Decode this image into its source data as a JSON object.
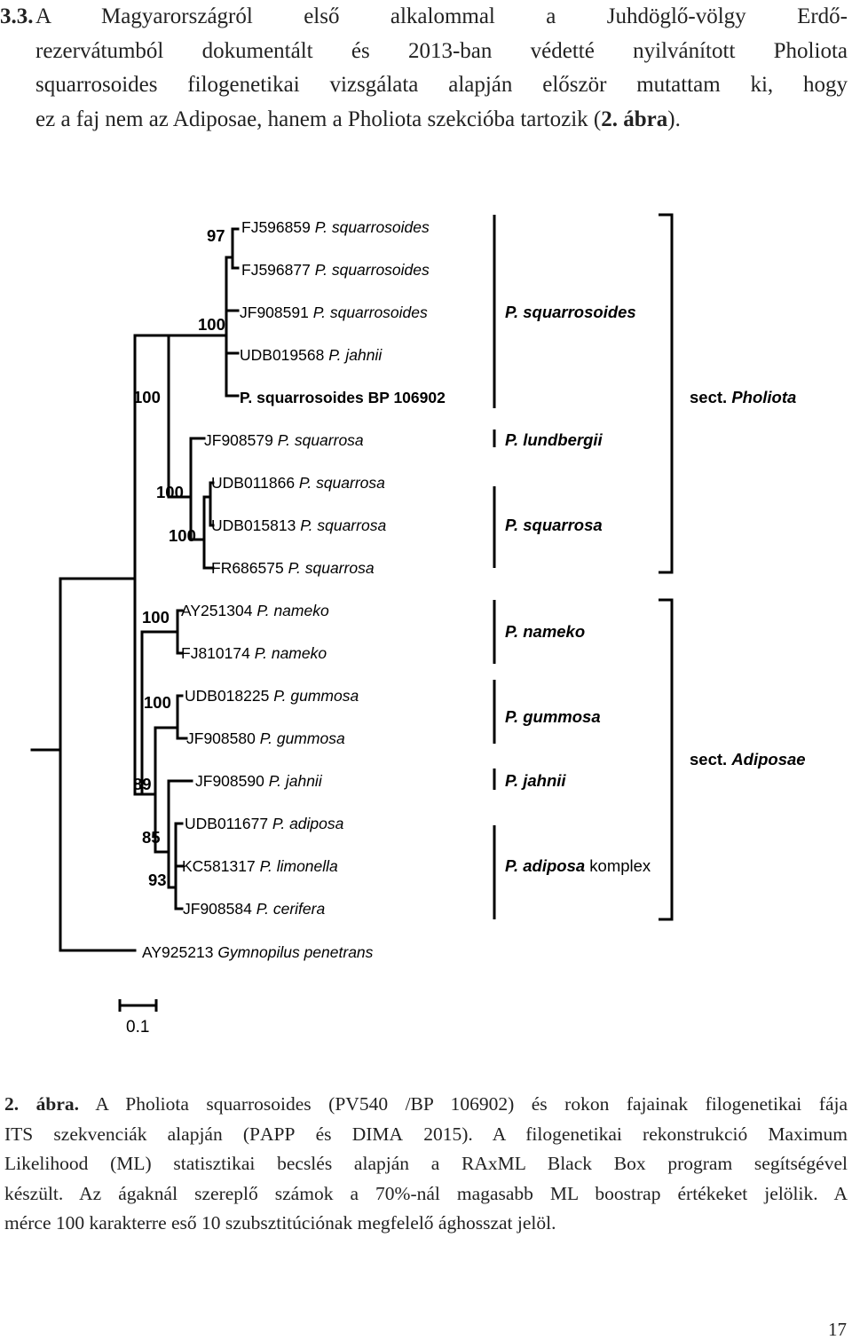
{
  "paragraph": {
    "number": "3.3.",
    "lines": [
      "A Magyarországról első alkalommal a Juhdöglő-völgy Erdő-",
      "rezervátumból dokumentált és 2013-ban védetté nyilvánított Pholiota",
      "squarrosoides filogenetikai vizsgálata alapján először mutattam ki, hogy",
      "ez a faj nem az Adiposae, hanem a Pholiota szekcióba tartozik ("
    ],
    "ref_bold": "2. ábra",
    "ref_end": ")."
  },
  "tree": {
    "taxa": [
      {
        "id": "t1",
        "accession": "FJ596859",
        "species": "P. squarrosoides",
        "bold": false
      },
      {
        "id": "t2",
        "accession": "FJ596877",
        "species": "P. squarrosoides",
        "bold": false
      },
      {
        "id": "t3",
        "accession": "JF908591",
        "species": "P. squarrosoides",
        "bold": false
      },
      {
        "id": "t4",
        "accession": "UDB019568",
        "species": "P. jahnii",
        "bold": false
      },
      {
        "id": "t5",
        "accession": "",
        "species": "P. squarrosoides BP 106902",
        "bold": true
      },
      {
        "id": "t6",
        "accession": "JF908579",
        "species": "P. squarrosa",
        "bold": false
      },
      {
        "id": "t7",
        "accession": "UDB011866",
        "species": "P. squarrosa",
        "bold": false
      },
      {
        "id": "t8",
        "accession": "UDB015813",
        "species": "P. squarrosa",
        "bold": false
      },
      {
        "id": "t9",
        "accession": "FR686575",
        "species": "P. squarrosa",
        "bold": false
      },
      {
        "id": "t10",
        "accession": "AY251304",
        "species": "P. nameko",
        "bold": false
      },
      {
        "id": "t11",
        "accession": "FJ810174",
        "species": "P. nameko",
        "bold": false
      },
      {
        "id": "t12",
        "accession": "UDB018225",
        "species": "P. gummosa",
        "bold": false
      },
      {
        "id": "t13",
        "accession": "JF908580",
        "species": "P. gummosa",
        "bold": false
      },
      {
        "id": "t14",
        "accession": "JF908590",
        "species": "P. jahnii",
        "bold": false
      },
      {
        "id": "t15",
        "accession": "UDB011677",
        "species": "P. adiposa",
        "bold": false
      },
      {
        "id": "t16",
        "accession": "KC581317",
        "species": "P. limonella",
        "bold": false
      },
      {
        "id": "t17",
        "accession": "JF908584",
        "species": "P. cerifera",
        "bold": false
      },
      {
        "id": "t18",
        "accession": "AY925213",
        "species": "Gymnopilus penetrans",
        "bold": false
      }
    ],
    "bootstrap": [
      {
        "id": "b97",
        "value": "97"
      },
      {
        "id": "b100a",
        "value": "100"
      },
      {
        "id": "b100b",
        "value": "100"
      },
      {
        "id": "b100c",
        "value": "100"
      },
      {
        "id": "b100d",
        "value": "100"
      },
      {
        "id": "b100e",
        "value": "100"
      },
      {
        "id": "b100f",
        "value": "100"
      },
      {
        "id": "b89",
        "value": "89"
      },
      {
        "id": "b85",
        "value": "85"
      },
      {
        "id": "b93",
        "value": "93"
      }
    ],
    "groups": [
      {
        "id": "g1",
        "name": "P. squarrosoides",
        "suffix": ""
      },
      {
        "id": "g2",
        "name": "P. lundbergii",
        "suffix": ""
      },
      {
        "id": "g3",
        "name": "P. squarrosa",
        "suffix": ""
      },
      {
        "id": "g4",
        "name": "P. nameko",
        "suffix": ""
      },
      {
        "id": "g5",
        "name": "P. gummosa",
        "suffix": ""
      },
      {
        "id": "g6",
        "name": "P. jahnii",
        "suffix": ""
      },
      {
        "id": "g7",
        "name": "P. adiposa",
        "suffix": " komplex"
      }
    ],
    "sections": [
      {
        "id": "s1",
        "prefix": "sect. ",
        "name": "Pholiota"
      },
      {
        "id": "s2",
        "prefix": "sect. ",
        "name": "Adiposae"
      }
    ],
    "scale_bar": {
      "label": "0.1"
    }
  },
  "caption": {
    "label": "2. ábra.",
    "lines": [
      [
        "A Pholiota squarrosoides (PV540 /BP 106902) és rokon fajainak filogenetikai fája"
      ],
      [
        "ITS szekvenciák alapján (P",
        "APP",
        " és D",
        "IMA",
        " 2015). A filogenetikai rekonstrukció Maximum"
      ],
      [
        "Likelihood (ML) statisztikai becslés alapján a RAxML Black Box program segítségével"
      ],
      [
        "készült. Az ágaknál szereplő számok a 70%-nál magasabb ML boostrap értékeket jelölik. A"
      ],
      [
        "mérce 100 karakterre eső 10 szubsztitúciónak megfelelő ághosszat jelöl."
      ]
    ]
  },
  "page_number": "17"
}
